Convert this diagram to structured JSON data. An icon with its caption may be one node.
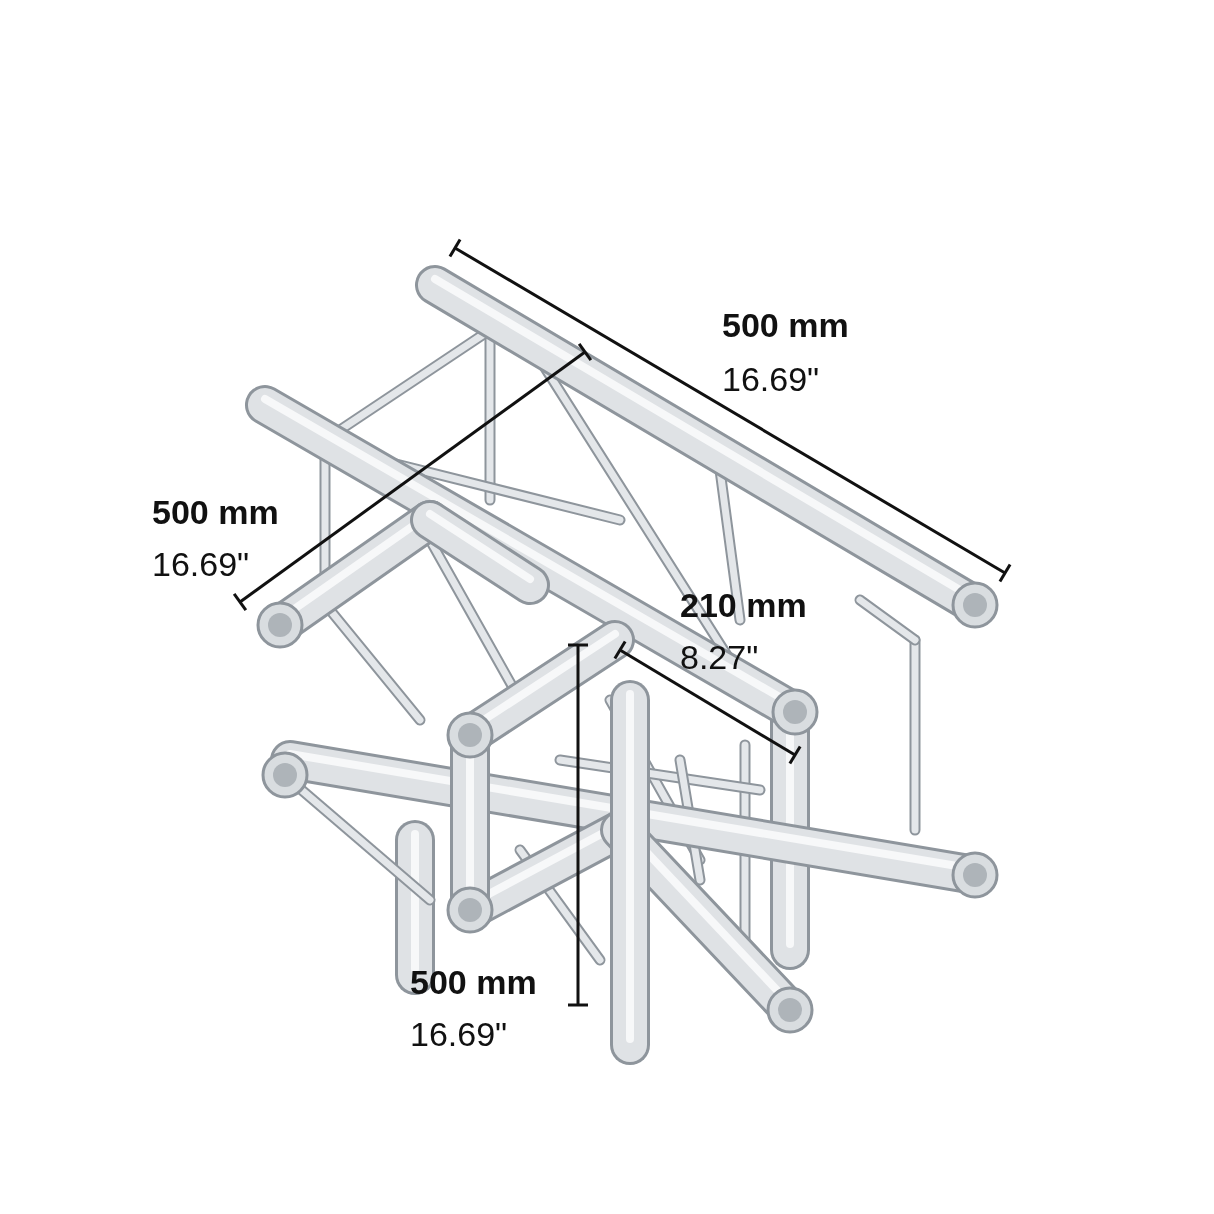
{
  "diagram": {
    "labels": [
      "500 mm",
      "16.69\"",
      "500 mm",
      "16.69\"",
      "210 mm",
      "8.27\"",
      "500 mm",
      "16.69\""
    ]
  }
}
